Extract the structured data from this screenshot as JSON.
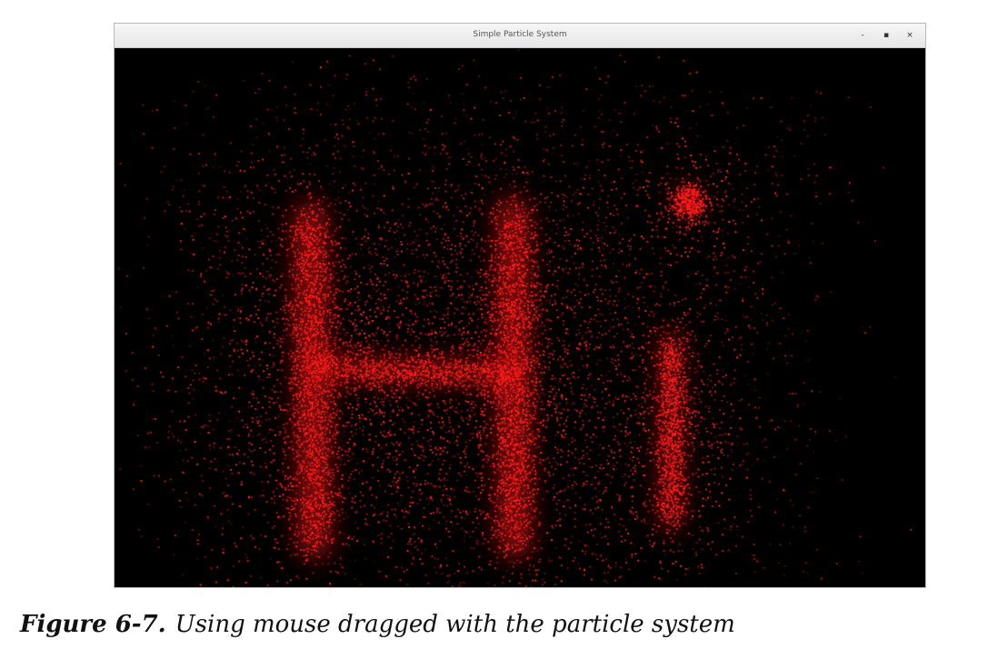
{
  "window": {
    "title": "Simple Particle System",
    "controls": {
      "minimize_glyph": "-",
      "maximize_glyph": "▪",
      "close_glyph": "×"
    }
  },
  "canvas": {
    "background_color": "#000000",
    "particle_color": "#ff1a1a",
    "drawn_text": "Hi"
  },
  "caption": {
    "label": "Figure 6-7.",
    "text": "Using mouse dragged with the particle system"
  }
}
